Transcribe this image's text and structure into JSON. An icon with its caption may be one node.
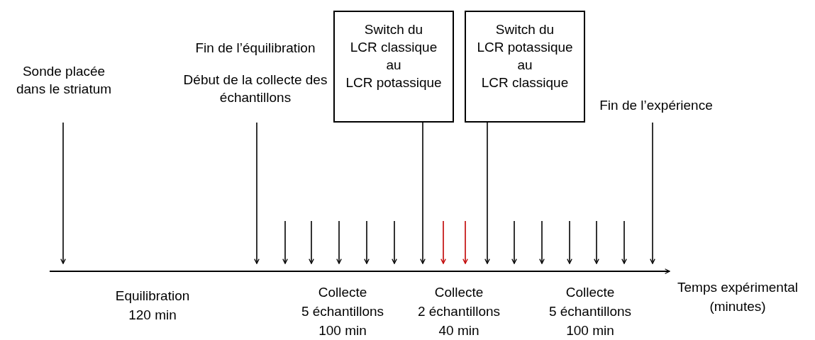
{
  "diagram": {
    "nodes": [
      {
        "text": [
          "Sonde placée dans le striatum"
        ]
      },
      {
        "text": [
          "Fin de l’équilibration",
          "Début de la collecte des échantillons"
        ]
      },
      {
        "text": [
          "Switch du LCR classique au LCR potassique"
        ]
      },
      {
        "text": [
          "Switch du LCR potassique au LCR classique"
        ]
      },
      {
        "text": [
          "Fin de l’expérience"
        ]
      }
    ],
    "edges": [
      {
        "from": 0,
        "to": null,
        "arrow": "to"
      },
      {
        "from": 1,
        "to": null,
        "arrow": "to"
      },
      {
        "from": 2,
        "to": null,
        "arrow": "to"
      },
      {
        "from": 3,
        "to": null,
        "arrow": "to"
      },
      {
        "from": 4,
        "to": null,
        "arrow": "to"
      }
    ],
    "labels": [
      "Equilibration 120 min",
      "Collecte 5 échantillons 100 min",
      "Collecte 2 échantillons 40 min",
      "Collecte 5 échantillons 100 min",
      "Temps expérimental (minutes)"
    ]
  }
}
